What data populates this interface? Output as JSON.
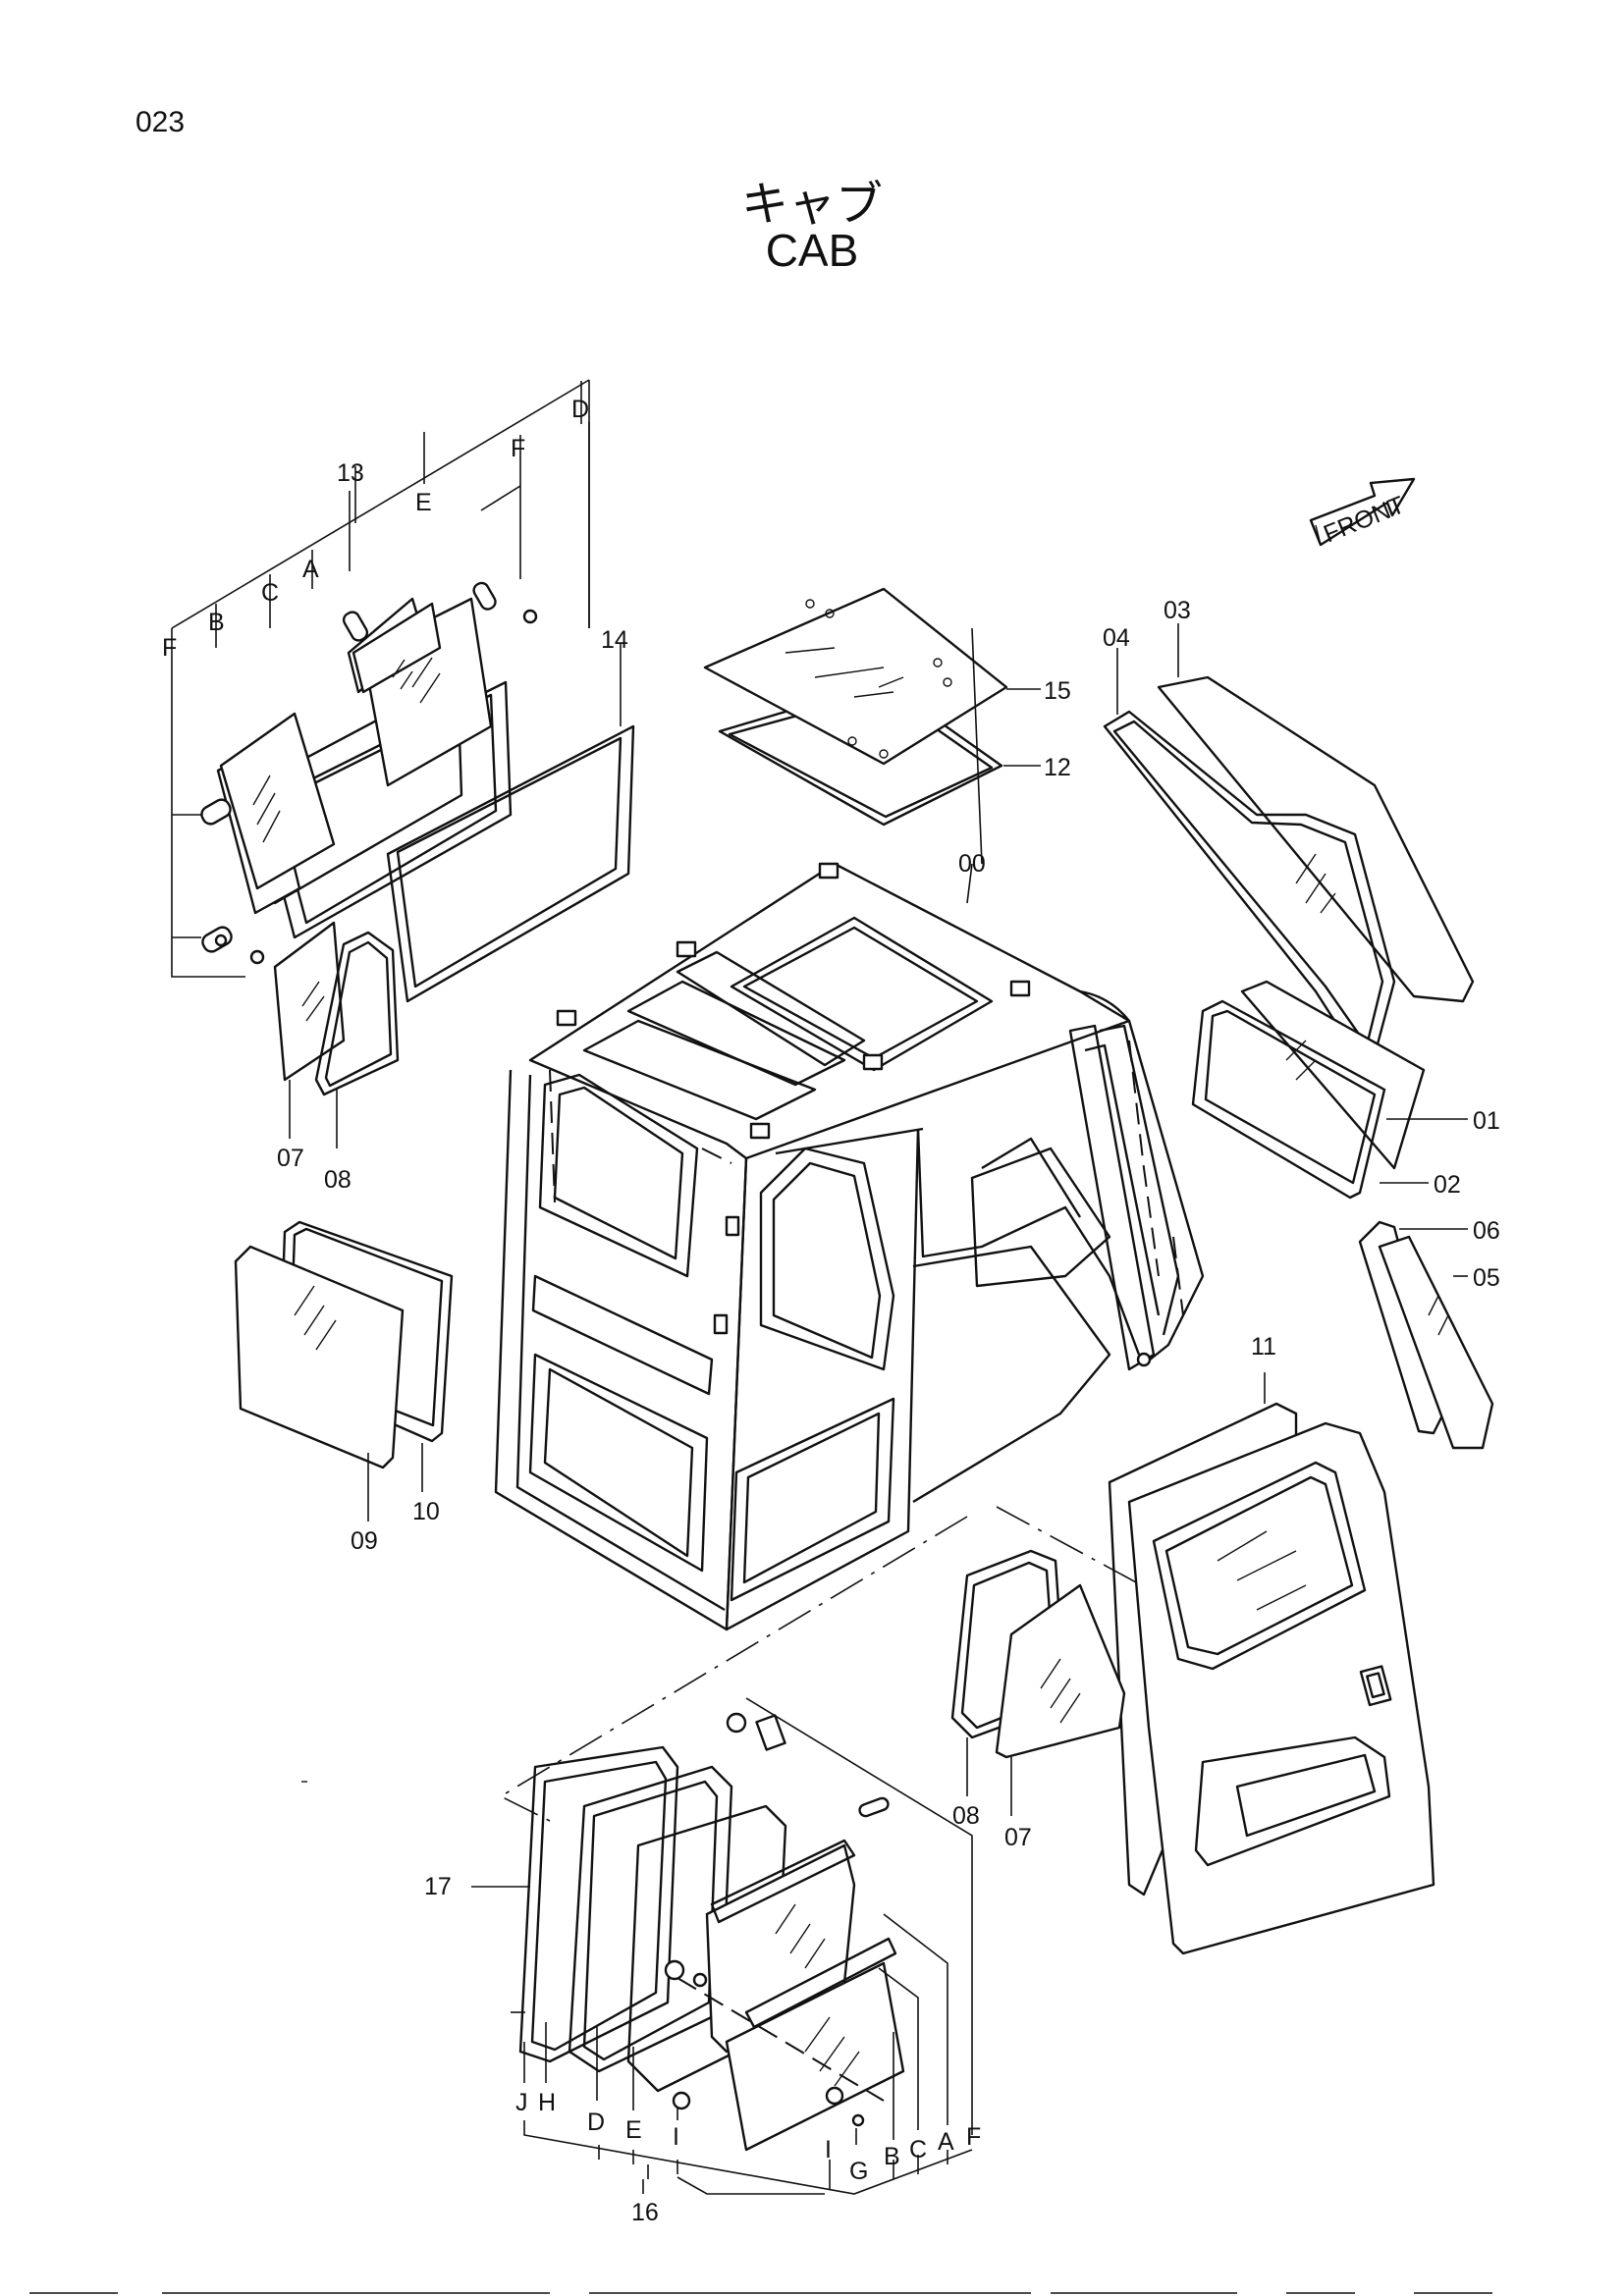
{
  "page_number": "023",
  "title_jp": "キャブ",
  "title_en": "CAB",
  "front_label": "FRONT",
  "callouts": {
    "c00": "00",
    "c01": "01",
    "c02": "02",
    "c03": "03",
    "c04": "04",
    "c05": "05",
    "c06": "06",
    "c07a": "07",
    "c08a": "08",
    "c07b": "07",
    "c08b": "08",
    "c09": "09",
    "c10": "10",
    "c11": "11",
    "c12": "12",
    "c13": "13",
    "c14": "14",
    "c15": "15",
    "c16": "16",
    "c17": "17"
  },
  "letters_upper": {
    "F1": "F",
    "B": "B",
    "C": "C",
    "A": "A",
    "E": "E",
    "F2": "F",
    "D": "D"
  },
  "letters_lower": {
    "J": "J",
    "H": "H",
    "D": "D",
    "E": "E",
    "I1": "I",
    "I2": "I",
    "G": "G",
    "B": "B",
    "C": "C",
    "A": "A",
    "F": "F"
  }
}
